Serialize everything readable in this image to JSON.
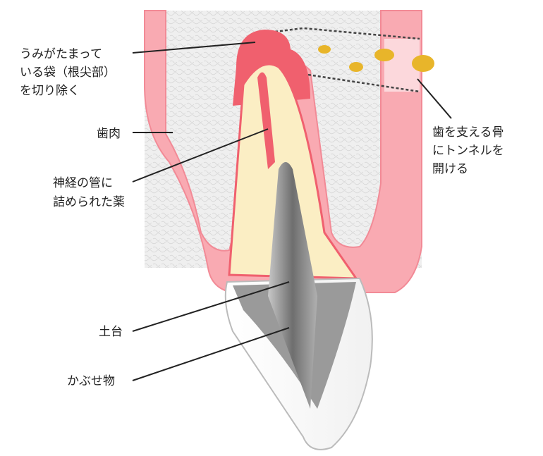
{
  "title": "歯根端切除術の図",
  "labels": {
    "abscess": [
      "うみがたまって",
      "いる袋（根尖部）",
      "を切り除く"
    ],
    "gum": "歯肉",
    "canal": [
      "神経の管に",
      "詰められた薬"
    ],
    "post": "土台",
    "crown": "かぶせ物",
    "bone": [
      "歯を支える骨",
      "にトンネルを",
      "開ける"
    ]
  },
  "colors": {
    "gum": "#f9aab2",
    "gum_dark": "#f28a96",
    "abscess": "#f0606e",
    "root": "#fbeec4",
    "bone": "#eeeeee",
    "chips": "#e8b52a",
    "post": "#8a8a8a"
  }
}
